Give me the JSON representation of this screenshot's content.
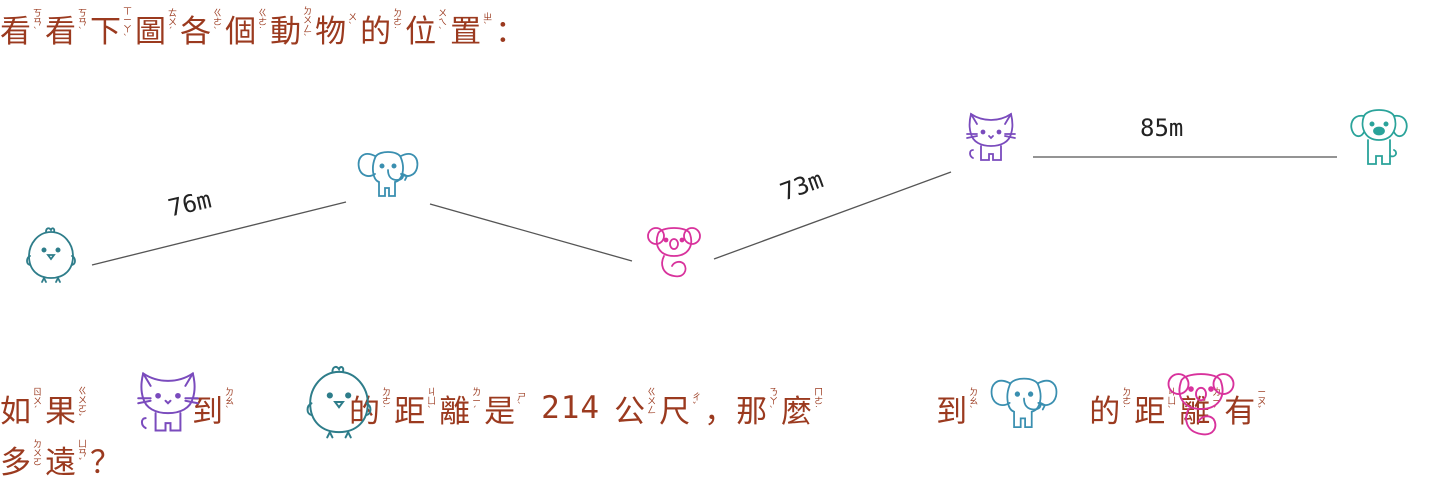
{
  "question_title": [
    {
      "ch": "看",
      "zy": [
        "ㄎ",
        "ㄢ",
        "ˋ"
      ]
    },
    {
      "ch": "看",
      "zy": [
        "ㄎ",
        "ㄢ",
        "ˋ"
      ]
    },
    {
      "ch": "下",
      "zy": [
        "ㄒ",
        "ㄧ",
        "ㄚ",
        "ˋ"
      ]
    },
    {
      "ch": "圖",
      "zy": [
        "ㄊ",
        "ㄨ",
        "ˊ"
      ]
    },
    {
      "ch": "各",
      "zy": [
        "ㄍ",
        "ㄜ",
        "ˋ"
      ]
    },
    {
      "ch": "個",
      "zy": [
        "ㄍ",
        "ㄜ",
        "˙"
      ]
    },
    {
      "ch": "動",
      "zy": [
        "ㄉ",
        "ㄨ",
        "ㄥ",
        "ˋ"
      ]
    },
    {
      "ch": "物",
      "zy": [
        "ㄨ",
        "ˋ"
      ]
    },
    {
      "ch": "的",
      "zy": [
        "ㄉ",
        "ㄜ",
        "˙"
      ]
    },
    {
      "ch": "位",
      "zy": [
        "ㄨ",
        "ㄟ",
        "ˋ"
      ]
    },
    {
      "ch": "置",
      "zy": [
        "ㄓ",
        "ˋ"
      ]
    },
    {
      "ch": "：",
      "zy": []
    }
  ],
  "animals": {
    "chick": "chick-icon",
    "elephant": "elephant-icon",
    "koala": "koala-icon",
    "cat": "cat-icon",
    "dog": "dog-icon"
  },
  "distances": {
    "chick_elephant": "76m",
    "koala_cat": "73m",
    "cat_dog": "85m"
  },
  "question_body": {
    "part1": [
      {
        "ch": "如",
        "zy": [
          "ㄖ",
          "ㄨ",
          "ˊ"
        ]
      },
      {
        "ch": "果",
        "zy": [
          "ㄍ",
          "ㄨ",
          "ㄛ",
          "ˇ"
        ]
      }
    ],
    "part2": [
      {
        "ch": "到",
        "zy": [
          "ㄉ",
          "ㄠ",
          "ˋ"
        ]
      }
    ],
    "part3": [
      {
        "ch": "的",
        "zy": [
          "ㄉ",
          "ㄜ",
          "˙"
        ]
      },
      {
        "ch": "距",
        "zy": [
          "ㄐ",
          "ㄩ",
          "ˋ"
        ]
      },
      {
        "ch": "離",
        "zy": [
          "ㄌ",
          "ㄧ",
          "ˊ"
        ]
      },
      {
        "ch": "是",
        "zy": [
          "ㄕ",
          "ˋ"
        ]
      }
    ],
    "number": "214",
    "part4": [
      {
        "ch": "公",
        "zy": [
          "ㄍ",
          "ㄨ",
          "ㄥ"
        ]
      },
      {
        "ch": "尺",
        "zy": [
          "ㄔ",
          "ˇ"
        ]
      },
      {
        "ch": "，",
        "zy": []
      },
      {
        "ch": "那",
        "zy": [
          "ㄋ",
          "ㄚ",
          "ˋ"
        ]
      },
      {
        "ch": "麼",
        "zy": [
          "ㄇ",
          "ㄜ",
          "˙"
        ]
      }
    ],
    "part5": [
      {
        "ch": "到",
        "zy": [
          "ㄉ",
          "ㄠ",
          "ˋ"
        ]
      }
    ],
    "part6": [
      {
        "ch": "的",
        "zy": [
          "ㄉ",
          "ㄜ",
          "˙"
        ]
      },
      {
        "ch": "距",
        "zy": [
          "ㄐ",
          "ㄩ",
          "ˋ"
        ]
      },
      {
        "ch": "離",
        "zy": [
          "ㄌ",
          "ㄧ",
          "ˊ"
        ]
      },
      {
        "ch": "有",
        "zy": [
          "ㄧ",
          "ㄡ",
          "ˇ"
        ]
      }
    ],
    "line2": [
      {
        "ch": "多",
        "zy": [
          "ㄉ",
          "ㄨ",
          "ㄛ"
        ]
      },
      {
        "ch": "遠",
        "zy": [
          "ㄩ",
          "ㄢ",
          "ˇ"
        ]
      },
      {
        "ch": "？",
        "zy": []
      }
    ]
  },
  "colors": {
    "text": "#9b3a1f",
    "chick": "#2e7d8a",
    "elephant": "#3a8fb0",
    "koala": "#d8329c",
    "cat": "#7a4bbd",
    "dog": "#2aa39a",
    "line": "#555555"
  }
}
